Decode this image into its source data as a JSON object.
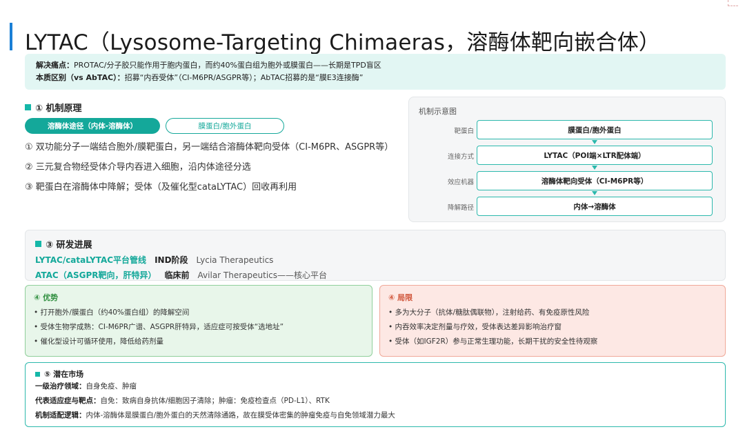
{
  "title": "LYTAC（Lysosome-Targeting Chimaeras，溶酶体靶向嵌合体）",
  "intro": {
    "line1_label": "解决痛点：",
    "line1_text": "PROTAC/分子胶只能作用于胞内蛋白，而约40%蛋白组为胞外或膜蛋白——长期是TPD盲区",
    "line2_label": "本质区别（vs AbTAC）：",
    "line2_text": "招募“内吞受体”（CI-M6PR/ASGPR等）；AbTAC招募的是“膜E3连接酶”"
  },
  "mechanism": {
    "heading": "① 机制原理",
    "tabs": [
      {
        "label": "溶酶体途径（内体-溶酶体）",
        "active": true
      },
      {
        "label": "膜蛋白/胞外蛋白",
        "active": false
      }
    ],
    "steps": [
      "① 双功能分子一端结合胞外/膜靶蛋白，另一端结合溶酶体靶向受体（CI-M6PR、ASGPR等）",
      "② 三元复合物经受体介导内吞进入细胞，沿内体途径分选",
      "③ 靶蛋白在溶酶体中降解；受体（及催化型cataLYTAC）回收再利用"
    ]
  },
  "diagram": {
    "title": "机制示意图",
    "rows": [
      {
        "label": "靶蛋白",
        "box": "膜蛋白/胞外蛋白"
      },
      {
        "label": "连接方式",
        "box": "LYTAC（POI端×LTR配体端）"
      },
      {
        "label": "效应机器",
        "box": "溶酶体靶向受体（CI-M6PR等）"
      },
      {
        "label": "降解路径",
        "box": "内体→溶酶体"
      }
    ]
  },
  "progress": {
    "heading": "③ 研发进展",
    "rows": [
      {
        "name": "LYTAC/cataLYTAC平台管线",
        "stage": "IND阶段",
        "company": "Lycia Therapeutics"
      },
      {
        "name": "ATAC（ASGPR靶向，肝特异）",
        "stage": "临床前",
        "company": "Avilar Therapeutics——核心平台"
      }
    ]
  },
  "pros": {
    "heading": "④ 优势",
    "items": [
      "• 打开胞外/膜蛋白（约40%蛋白组）的降解空间",
      "• 受体生物学成熟：CI-M6PR广谱、ASGPR肝特异，适应症可按受体“选地址”",
      "• 催化型设计可循环使用，降低给药剂量"
    ]
  },
  "cons": {
    "heading": "④ 局限",
    "items": [
      "• 多为大分子（抗体/糖肽偶联物），注射给药、有免疫原性风险",
      "• 内吞效率决定剂量与疗效，受体表达差异影响治疗窗",
      "• 受体（如IGF2R）参与正常生理功能，长期干扰的安全性待观察"
    ]
  },
  "market": {
    "heading": "⑤ 潜在市场",
    "lines": [
      {
        "label": "一级治疗领域：",
        "text": "自身免疫、肿瘤"
      },
      {
        "label": "代表适应症与靶点：",
        "text": "自免：致病自身抗体/细胞因子清除；肿瘤：免疫检查点（PD-L1）、RTK"
      },
      {
        "label": "机制适配逻辑：",
        "text": "内体-溶酶体是膜蛋白/胞外蛋白的天然清除通路，故在膜受体密集的肿瘤免疫与自免领域潜力最大"
      }
    ]
  }
}
